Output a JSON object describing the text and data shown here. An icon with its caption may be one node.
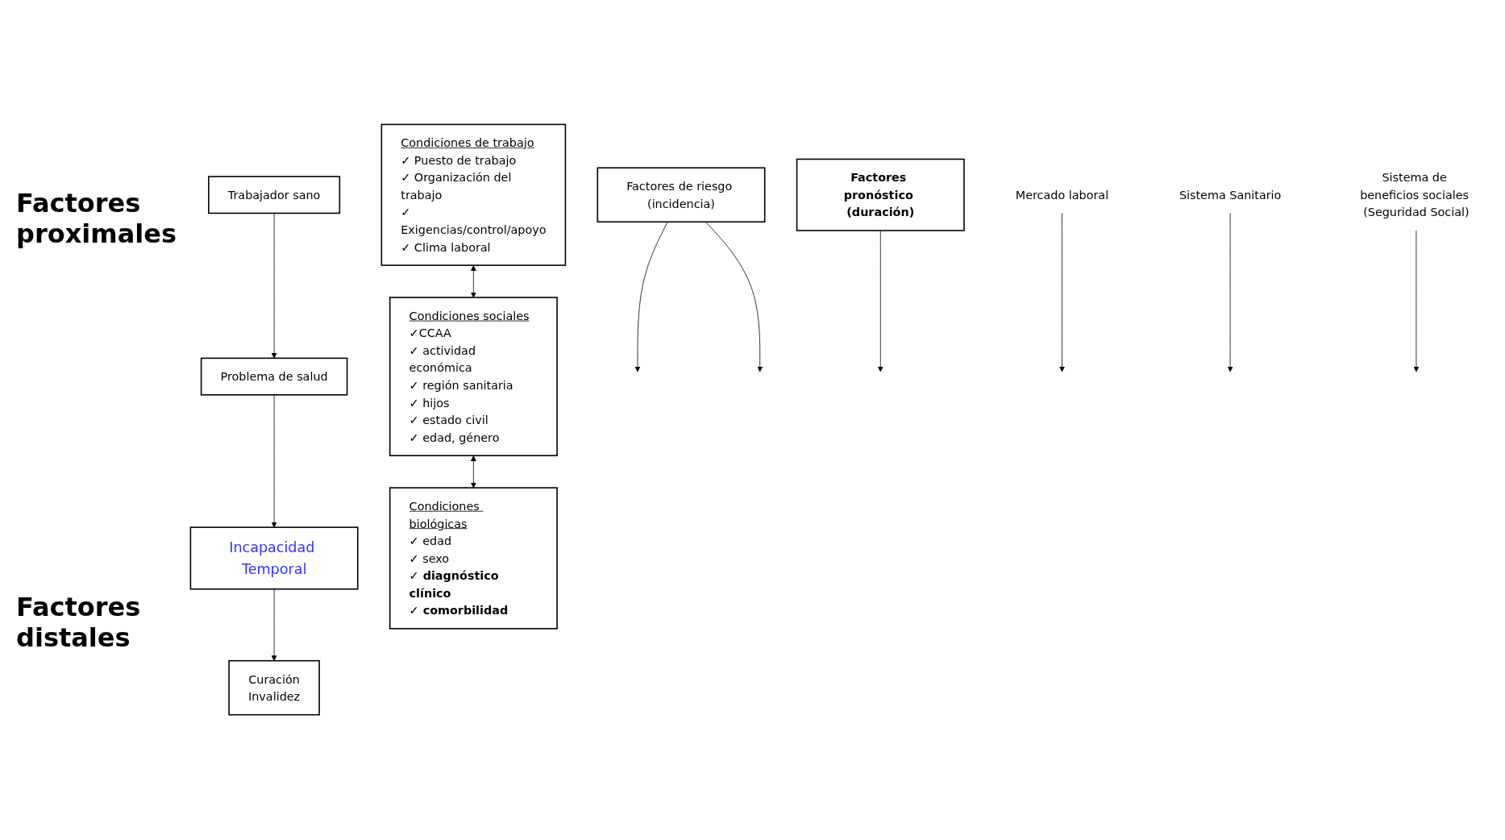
{
  "diagram": {
    "nodes": [
      {
        "text": [
          "Trabajador sano"
        ]
      },
      {
        "text": [
          "Problema de salud"
        ]
      },
      {
        "text": [
          "Incapacidad Temporal"
        ]
      },
      {
        "text": [
          "Curación",
          "Invalidez"
        ]
      },
      {
        "text": [
          "Factores de riesgo (incidencia)"
        ]
      },
      {
        "text": [
          "Factores pronóstico (duración)"
        ]
      },
      {
        "text": [
          "Condiciones de trabajo",
          "✓ Puesto de trabajo",
          "✓ Organización del trabajo",
          "✓ Exigencias/control/apoyo",
          "✓ Clima laboral"
        ]
      },
      {
        "text": [
          "Condiciones sociales",
          "✓CCAA",
          "✓ actividad económica",
          "✓ región sanitaria",
          "✓ hijos",
          "✓ estado civil",
          "✓ edad, género"
        ]
      },
      {
        "text": [
          "Condiciones biológicas",
          "✓ edad",
          "✓ sexo",
          "✓ diagnóstico clínico",
          "✓ comorbilidad"
        ]
      },
      {
        "text": [
          "Mercado laboral"
        ]
      },
      {
        "text": [
          "Sistema Sanitario"
        ]
      },
      {
        "text": [
          "Sistema de beneficios sociales (Seguridad Social)"
        ]
      }
    ],
    "edges": [
      {
        "from": 0,
        "to": 1,
        "arrow": "to"
      },
      {
        "from": 1,
        "to": 2,
        "arrow": "to"
      },
      {
        "from": 2,
        "to": 3,
        "arrow": "to"
      },
      {
        "from": 4,
        "to": null,
        "arrow": "to"
      },
      {
        "from": 4,
        "to": null,
        "arrow": "to"
      },
      {
        "from": 5,
        "to": null,
        "arrow": "to"
      },
      {
        "from": 6,
        "to": 7,
        "arrow": "both"
      },
      {
        "from": 7,
        "to": 8,
        "arrow": "both"
      },
      {
        "from": 9,
        "to": null,
        "arrow": "to"
      },
      {
        "from": 10,
        "to": null,
        "arrow": "to"
      },
      {
        "from": 11,
        "to": null,
        "arrow": "to"
      }
    ],
    "labels": [
      "Factores proximales",
      "Factores distales"
    ]
  }
}
